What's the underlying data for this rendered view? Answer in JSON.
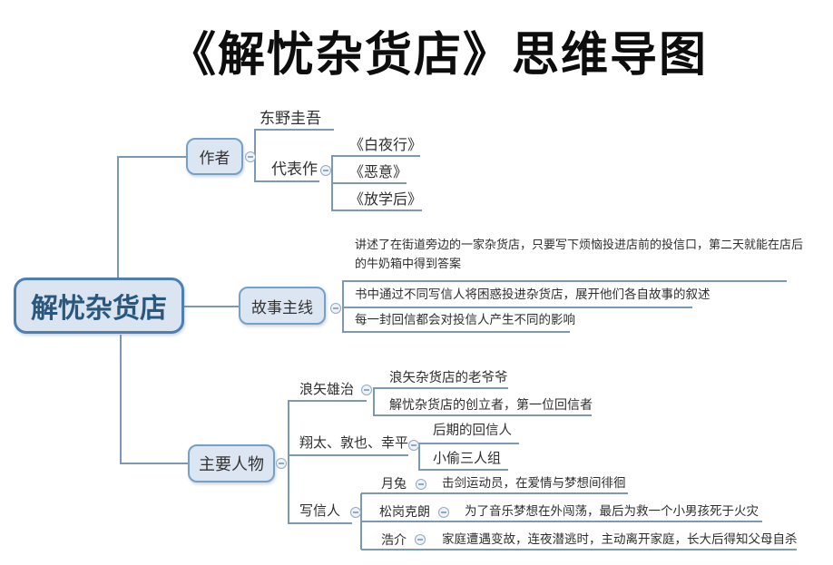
{
  "title": "《解忧杂货店》思维导图",
  "root": {
    "label": "解忧杂货店"
  },
  "author": {
    "label": "作者",
    "name": "东野圭吾",
    "works_label": "代表作",
    "works": [
      "《白夜行》",
      "《恶意》",
      "《放学后》"
    ]
  },
  "storyline": {
    "label": "故事主线",
    "points": [
      "讲述了在街道旁边的一家杂货店，只要写下烦恼投进店前的投信口，第二天就能在店后的牛奶箱中得到答案",
      "书中通过不同写信人将困惑投进杂货店，展开他们各自故事的叙述",
      "每一封回信都会对投信人产生不同的影响"
    ]
  },
  "characters": {
    "label": "主要人物",
    "namiya": {
      "name": "浪矢雄治",
      "points": [
        "浪矢杂货店的老爷爷",
        "解忧杂货店的创立者，第一位回信者"
      ]
    },
    "trio": {
      "name": "翔太、敦也、幸平",
      "points": [
        "后期的回信人",
        "小偷三人组"
      ]
    },
    "writers": {
      "label": "写信人",
      "people": [
        {
          "name": "月兔",
          "desc": "击剑运动员，在爱情与梦想间徘徊"
        },
        {
          "name": "松岗克朗",
          "desc": "为了音乐梦想在外闯荡，最后为救一个小男孩死于火灾"
        },
        {
          "name": "浩介",
          "desc": "家庭遭遇变故，连夜潜逃时，主动离开家庭，长大后得知父母自杀"
        }
      ]
    }
  },
  "colors": {
    "line": "#7b99b5",
    "node_fill": "#dce6f2",
    "node_border": "#76a0c6",
    "root_border": "#4d7fb3",
    "root_text": "#29587f"
  }
}
